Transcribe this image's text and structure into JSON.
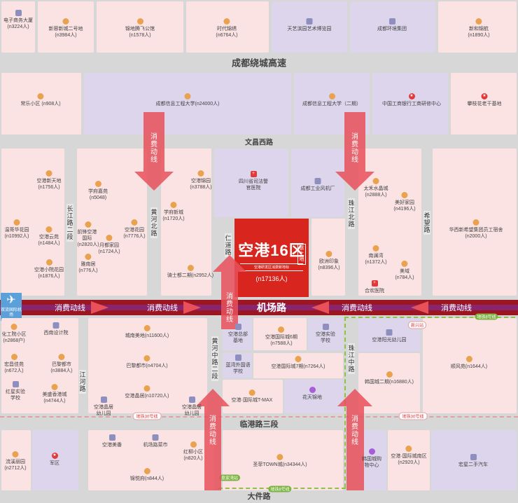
{
  "roads": {
    "ring_expressway": "成都绕城高速",
    "wenchang_west": "文昌西路",
    "airport_road": "机场路",
    "lingang_3": "临港路三段",
    "dajian": "大件路",
    "changjiang_north_2": "长江路二段",
    "huanghe_north": "黄河北路",
    "renhe": "仁道路",
    "zhujiang_north": "珠江北路",
    "xiwang": "希望路",
    "jianghe": "江河路",
    "huanghe_middle_2": "黄河中路二段",
    "zhujiang_middle": "珠江中路"
  },
  "flows": {
    "consumer_flow": "消费动线"
  },
  "metro": {
    "line8": "地铁8号线",
    "line30": "地铁30号线",
    "station_jiyuan": "新兴站",
    "station_wenjia": "泉家湾站",
    "station_line8_tag": "地铁8号线"
  },
  "airport": {
    "label": "双流国际机场"
  },
  "hero": {
    "title": "空港16区",
    "subtitle": "空港研发区消费新地标",
    "count": "(n17136人)",
    "tag": "该土地"
  },
  "poi": {
    "p1": {
      "name": "电子商务大厦",
      "count": "(n3224人)"
    },
    "p2": {
      "name": "新蓉新城二号地",
      "count": "(n3984人)"
    },
    "p3": {
      "name": "锦地腾飞公馆",
      "count": "(n1578人)"
    },
    "p4": {
      "name": "时代锦绣",
      "count": "(n6764人)"
    },
    "p5": {
      "name": "天艺滨园艺术博览园",
      "count": ""
    },
    "p6": {
      "name": "成都环境集团",
      "count": ""
    },
    "p7": {
      "name": "新和锦航",
      "count": "(n1890人)"
    },
    "p8": {
      "name": "常乐小区",
      "count": "(n908人)"
    },
    "p9": {
      "name": "成都信息工程大学",
      "count": "(n24000人)"
    },
    "p10": {
      "name": "成都信息工程大学（二期）",
      "count": ""
    },
    "p11": {
      "name": "中国工商银行工商研修中心",
      "count": ""
    },
    "p12": {
      "name": "攀枝花老干基地",
      "count": ""
    },
    "p13": {
      "name": "空港新天地",
      "count": "(n1756人)"
    },
    "p14": {
      "name": "学府嘉苑",
      "count": "(n5048)"
    },
    "p15": {
      "name": "空港锦园",
      "count": "(n3788人)"
    },
    "p16": {
      "name": "四川省司法警官医院",
      "count": ""
    },
    "p17": {
      "name": "成都工业风机厂",
      "count": ""
    },
    "p18": {
      "name": "太禾水晶城",
      "count": "(n2888人)"
    },
    "p19": {
      "name": "美好家园",
      "count": "(n4196人)"
    },
    "p20": {
      "name": "温哥华花园",
      "count": "(n10992人)"
    },
    "p21": {
      "name": "空港云苑",
      "count": "(n1484人)"
    },
    "p22": {
      "name": "前锋空港国际",
      "count": "(n2820人)"
    },
    "p23": {
      "name": "月都家园",
      "count": "(n1724人)"
    },
    "p24": {
      "name": "空港花园",
      "count": "(n7776人)"
    },
    "p25": {
      "name": "学府新城",
      "count": "(n1720人)"
    },
    "p26": {
      "name": "华西新希望集团员工宿舍",
      "count": "(n2000人)"
    },
    "p27": {
      "name": "空港小院花园",
      "count": "(n1876人)"
    },
    "p28": {
      "name": "雅南居",
      "count": "(n776人)"
    },
    "p29": {
      "name": "骑士都二期",
      "count": "(n2952人)"
    },
    "p30": {
      "name": "欧洲印象",
      "count": "(n8396人)"
    },
    "p31": {
      "name": "南澜湾",
      "count": "(n1372人)"
    },
    "p32": {
      "name": "美域",
      "count": "(n784人)"
    },
    "p33": {
      "name": "合欢医院",
      "count": ""
    },
    "p34": {
      "name": "化工院小区",
      "count": "(n2868户)"
    },
    "p35": {
      "name": "西南设计院",
      "count": ""
    },
    "p36": {
      "name": "城南美地",
      "count": "(n11600人)"
    },
    "p37": {
      "name": "空港总部基地",
      "count": ""
    },
    "p38": {
      "name": "空港国际城6期",
      "count": "(n7588人)"
    },
    "p39": {
      "name": "空港实验学校",
      "count": ""
    },
    "p40": {
      "name": "空港阳光幼儿园",
      "count": ""
    },
    "p41": {
      "name": "宏昌佳苑",
      "count": "(n672人)"
    },
    "p42": {
      "name": "巴黎都市",
      "count": "(n3884人)"
    },
    "p43": {
      "name": "巴黎都市",
      "count": "(n4704人)"
    },
    "p44": {
      "name": "蓝湾外国语学校",
      "count": ""
    },
    "p45": {
      "name": "空港国际城7期",
      "count": "(n7264人)"
    },
    "p46": {
      "name": "顺风苑",
      "count": "(n1644人)"
    },
    "p47": {
      "name": "红星实验学校",
      "count": ""
    },
    "p48": {
      "name": "美盛香港城",
      "count": "(n4744人)"
    },
    "p49": {
      "name": "空港晶居",
      "count": "(n10720人)"
    },
    "p50": {
      "name": "空港晶居幼儿园",
      "count": ""
    },
    "p51": {
      "name": "空港晶居幼儿园",
      "count": ""
    },
    "p52": {
      "name": "空港·国际城T-MAX",
      "count": ""
    },
    "p53": {
      "name": "花天锦地",
      "count": ""
    },
    "p54": {
      "name": "韩国城二期",
      "count": "(n16880人)"
    },
    "p55": {
      "name": "流溪丽园",
      "count": "(n2712人)"
    },
    "p56": {
      "name": "军区",
      "count": ""
    },
    "p57": {
      "name": "空港美番",
      "count": ""
    },
    "p58": {
      "name": "机场路菜市",
      "count": ""
    },
    "p59": {
      "name": "红柳小区",
      "count": "(n820人)"
    },
    "p60": {
      "name": "圣菲TOWN城",
      "count": "(n34344人)"
    },
    "p61": {
      "name": "韩国城购物中心",
      "count": ""
    },
    "p62": {
      "name": "空港·国际城南区",
      "count": "(n2920人)"
    },
    "p63": {
      "name": "宏星二手汽车",
      "count": ""
    },
    "p64": {
      "name": "锦悦府",
      "count": "(n844人)"
    }
  }
}
